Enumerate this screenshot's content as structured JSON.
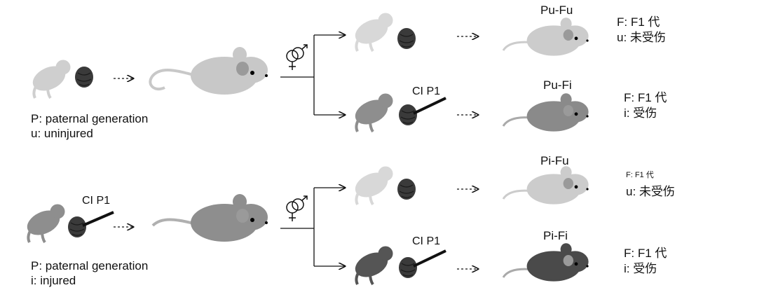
{
  "colors": {
    "uninjured": "#cfcfcf",
    "injured": "#8e8e8e",
    "double_injured": "#555555",
    "heart": "#3a3a3a"
  },
  "parents": [
    {
      "line1": "P: paternal generation",
      "line2": "u: uninjured"
    },
    {
      "line1": "P: paternal generation",
      "line2": "i: injured",
      "injury": "CI P1"
    }
  ],
  "offspring": [
    {
      "group": "Pu-Fu",
      "line1": "F: F1 代",
      "line2": "u: 未受伤"
    },
    {
      "group": "Pu-Fi",
      "line1": "F: F1 代",
      "line2": "i: 受伤",
      "injury": "CI P1"
    },
    {
      "group": "Pi-Fu",
      "line1": "F: F1 代",
      "line2": "u: 未受伤"
    },
    {
      "group": "Pi-Fi",
      "line1": "F: F1 代",
      "line2": "i: 受伤",
      "injury": "CI P1"
    }
  ],
  "cross_symbol": "⚥"
}
